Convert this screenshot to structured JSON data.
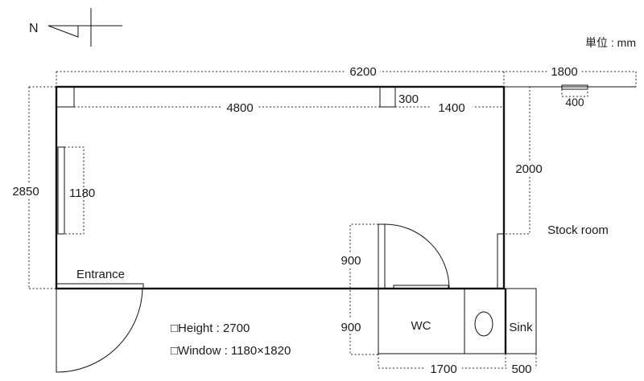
{
  "compass": {
    "label": "N"
  },
  "unit": {
    "label": "単位 : mm"
  },
  "dimensions": {
    "total_width": "6200",
    "stock_width": "1800",
    "inner_left": "4800",
    "column": "300",
    "inner_right": "1400",
    "stock_window": "400",
    "depth": "2850",
    "side_window": "1180",
    "stock_depth": "2000",
    "door_upper": "900",
    "door_lower": "900",
    "wc_width": "1700",
    "sink_width": "500"
  },
  "rooms": {
    "entrance": "Entrance",
    "stock_room": "Stock room",
    "wc": "WC",
    "sink": "Sink"
  },
  "notes": {
    "height": "□Height : 2700",
    "window": "□Window : 1180×1820"
  }
}
